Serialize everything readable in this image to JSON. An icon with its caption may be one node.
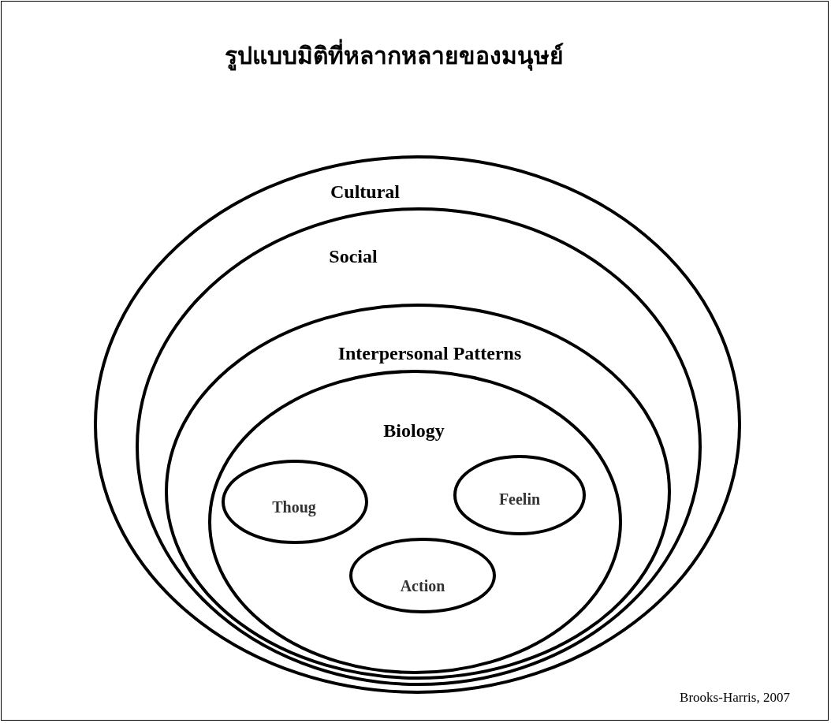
{
  "diagram": {
    "title": "รูปแบบมิติที่หลากหลายของมนุษย์",
    "nodes": [
      {
        "text": [
          "Cultural"
        ]
      },
      {
        "text": [
          "Social"
        ],
        "in": 0
      },
      {
        "text": [
          "Interpersonal Patterns"
        ],
        "in": 1
      },
      {
        "text": [
          "Biology"
        ],
        "in": 2
      },
      {
        "text": [
          "Thoug"
        ],
        "in": 3
      },
      {
        "text": [
          "Feelin"
        ],
        "in": 3
      },
      {
        "text": [
          "Action"
        ],
        "in": 3
      }
    ],
    "labels": [
      "Brooks-Harris, 2007"
    ]
  }
}
